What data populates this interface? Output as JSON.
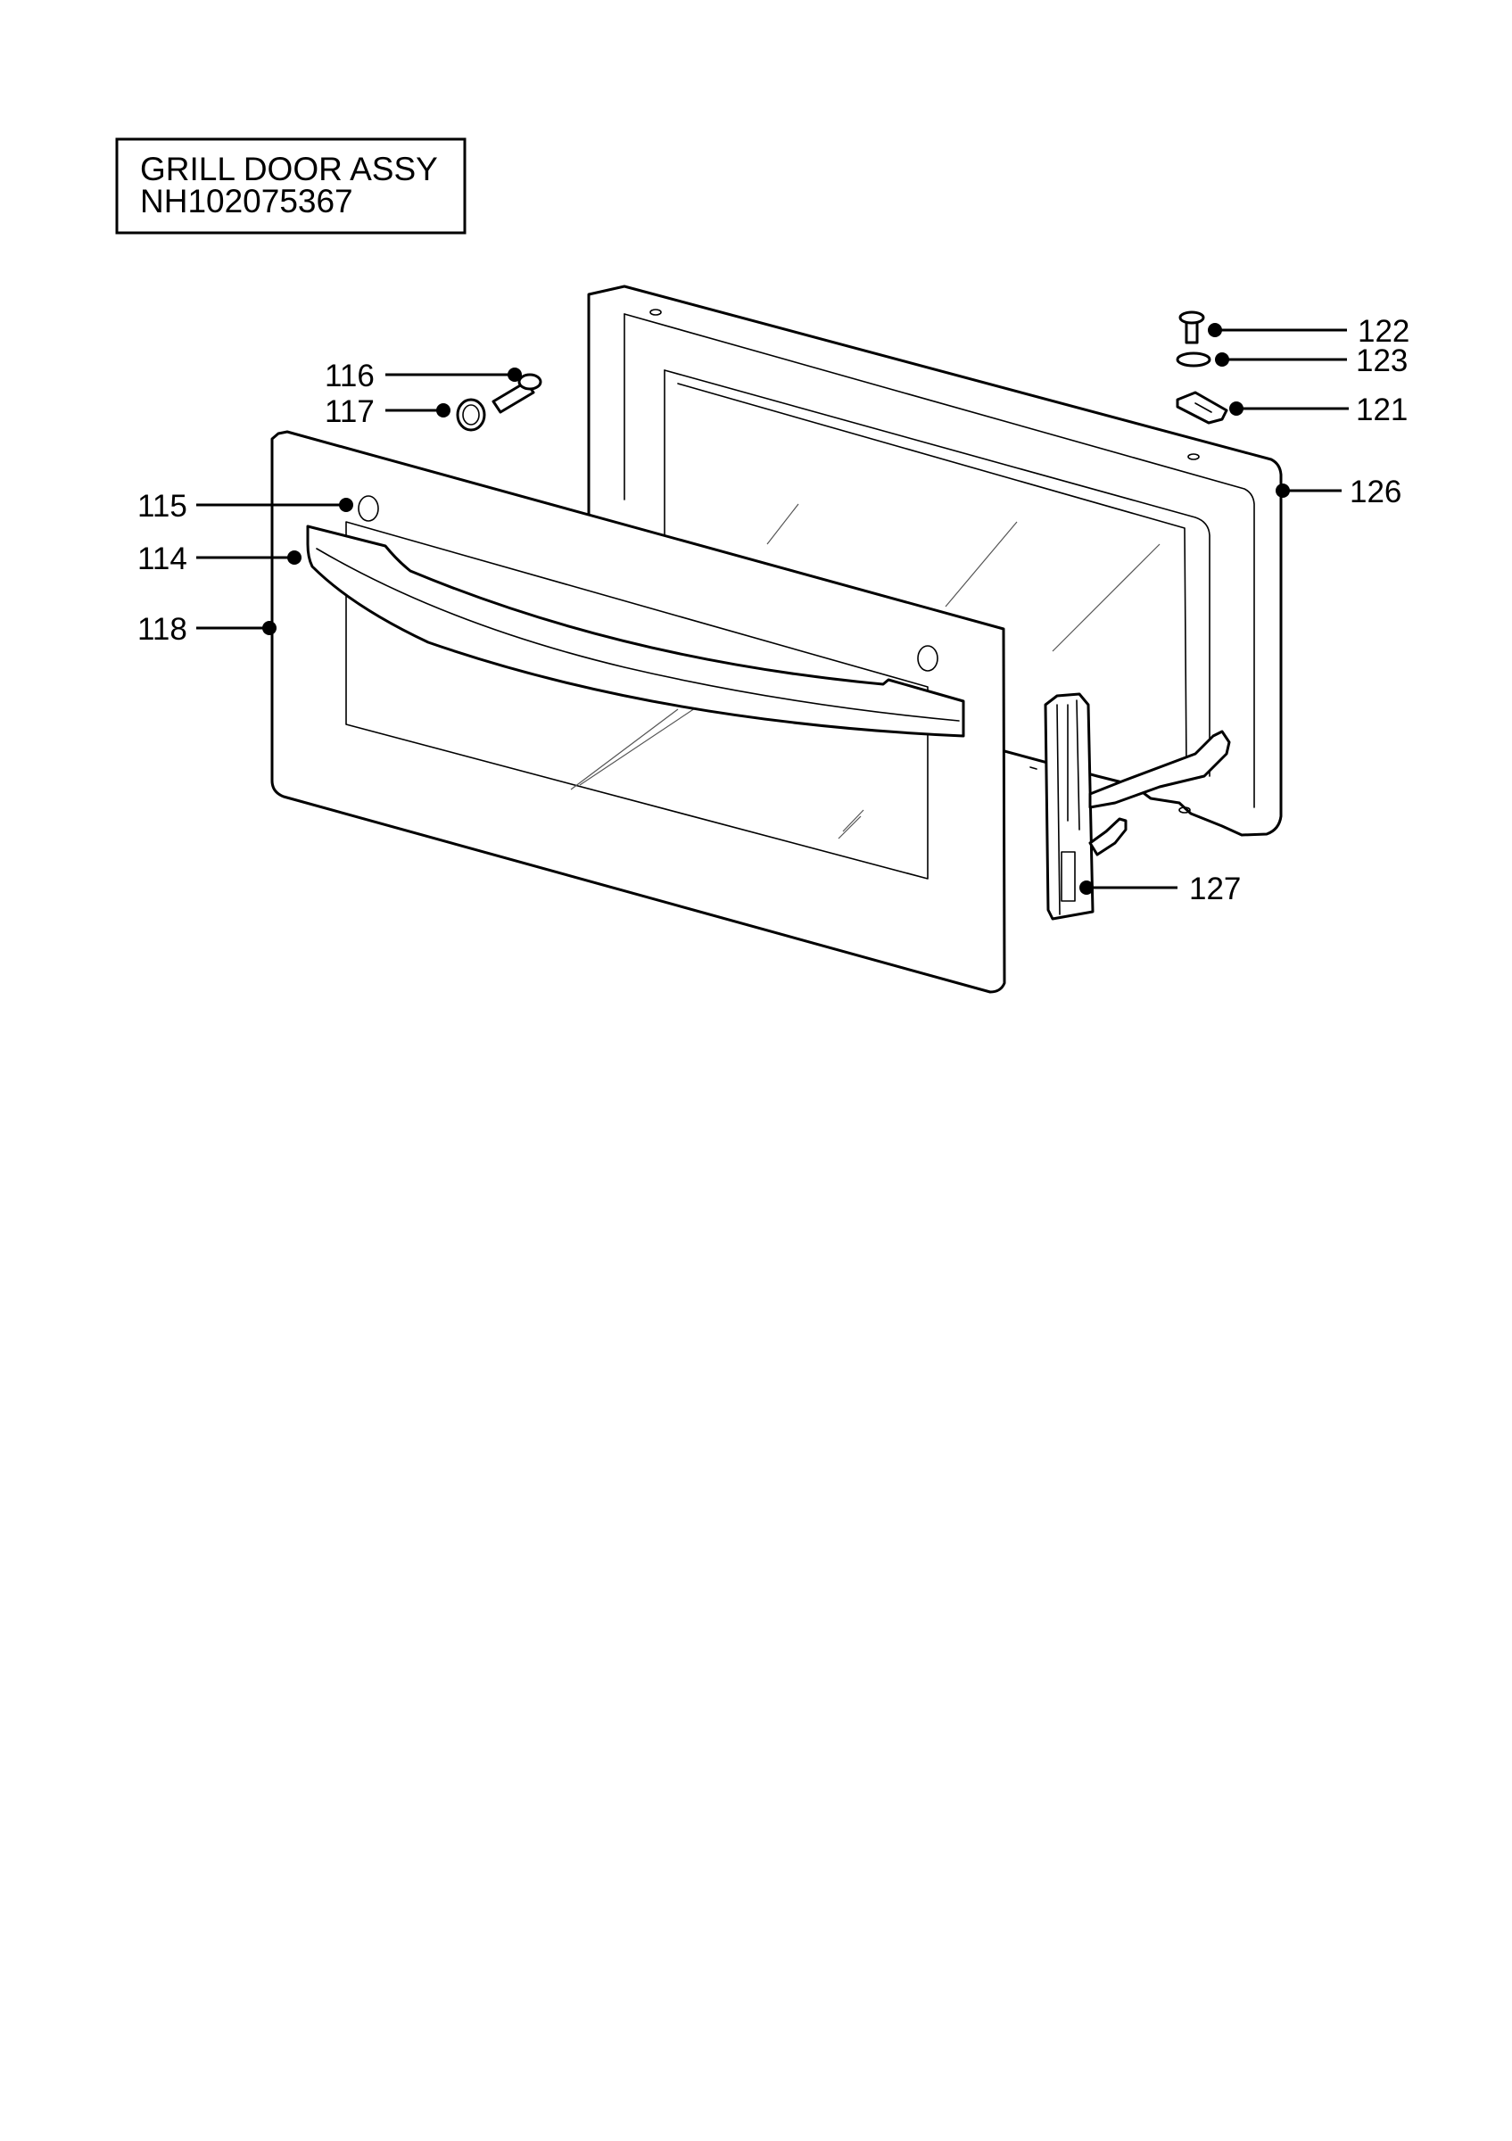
{
  "title_box": {
    "line1": "GRILL DOOR ASSY",
    "line2": "NH102075367"
  },
  "callouts": {
    "c116": "116",
    "c117": "117",
    "c115": "115",
    "c114": "114",
    "c118": "118",
    "c122": "122",
    "c123": "123",
    "c121": "121",
    "c126": "126",
    "c127": "127"
  },
  "colors": {
    "line": "#000000",
    "background": "#ffffff"
  }
}
